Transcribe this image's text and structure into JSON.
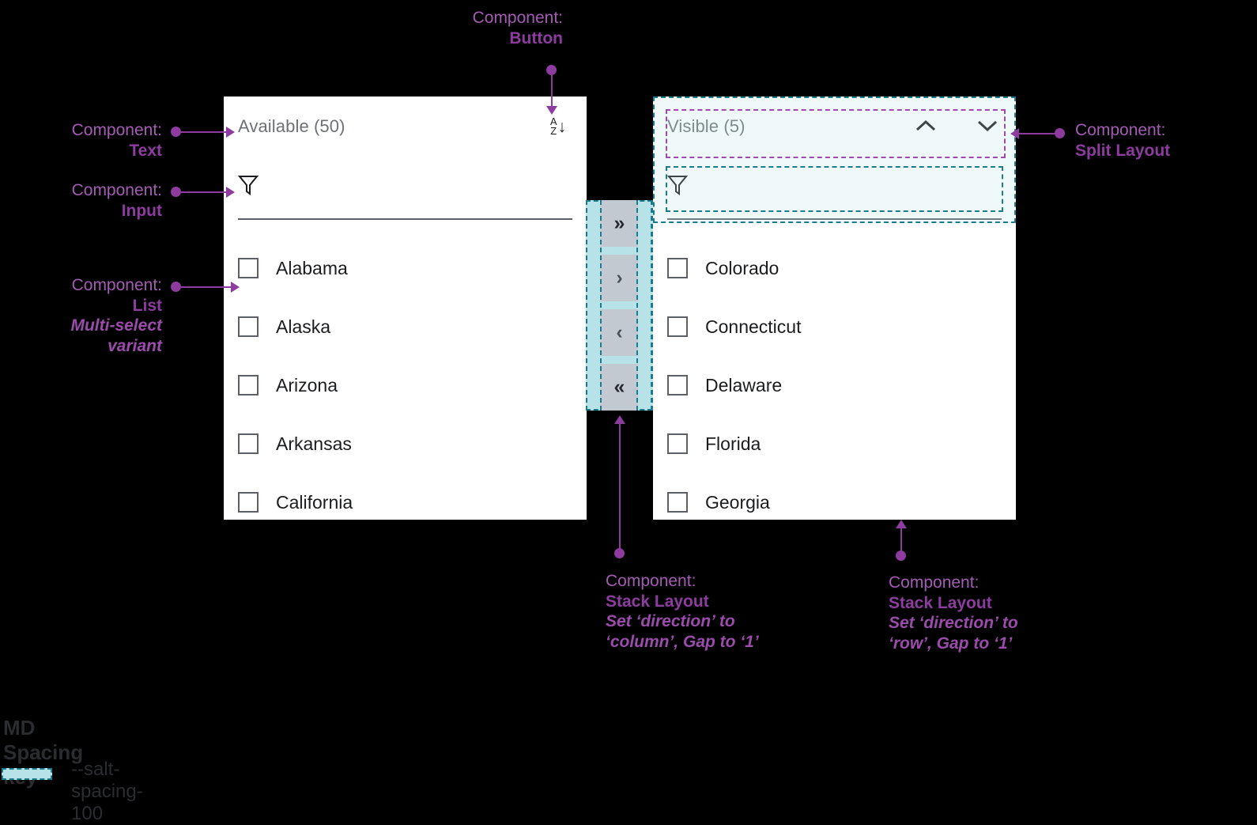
{
  "left_panel": {
    "title": "Available (50)",
    "sort_icon": {
      "top_letter": "A",
      "bottom_letter": "Z",
      "arrow": "↓"
    },
    "filter_icon": "filter-funnel-icon",
    "filter_value": "",
    "filter_placeholder": "",
    "items": [
      "Alabama",
      "Alaska",
      "Arizona",
      "Arkansas",
      "California"
    ]
  },
  "right_panel": {
    "title": "Visible (5)",
    "move_up_icon": "chevron-up-icon",
    "move_down_icon": "chevron-down-icon",
    "filter_icon": "filter-funnel-icon",
    "filter_value": "",
    "filter_placeholder": "",
    "items": [
      "Colorado",
      "Connecticut",
      "Delaware",
      "Florida",
      "Georgia"
    ]
  },
  "transfer_buttons": [
    {
      "name": "move-all-right",
      "glyph": "»"
    },
    {
      "name": "move-right",
      "glyph": "›"
    },
    {
      "name": "move-left",
      "glyph": "‹"
    },
    {
      "name": "move-all-left",
      "glyph": "«"
    }
  ],
  "annotations": {
    "button": {
      "lead": "Component:",
      "strong": "Button"
    },
    "text": {
      "lead": "Component:",
      "strong": "Text"
    },
    "input": {
      "lead": "Component:",
      "strong": "Input"
    },
    "list": {
      "lead": "Component:",
      "strong": "List",
      "note1": "Multi-select",
      "note2": "variant"
    },
    "split": {
      "lead": "Component:",
      "strong": "Split Layout"
    },
    "stack_col": {
      "lead": "Component:",
      "strong": "Stack Layout",
      "note1": "Set ‘direction’ to",
      "note2": "‘column’, Gap to ‘1’"
    },
    "stack_row": {
      "lead": "Component:",
      "strong": "Stack Layout",
      "note1": "Set ‘direction’ to",
      "note2": "‘row’, Gap to ‘1’"
    }
  },
  "spacing_key": {
    "title": "MD Spacing key",
    "token_label": "--salt-spacing-100",
    "swatch_color": "#b6e2e8",
    "swatch_border": "#1c7b8c"
  },
  "colors": {
    "background": "#000000",
    "panel": "#ffffff",
    "annotation_purple": "#8e3ba0",
    "spacing_cyan": "#b6e2e8",
    "spacing_teal": "#1c7b8c",
    "button_gray": "#c3c9d1"
  }
}
